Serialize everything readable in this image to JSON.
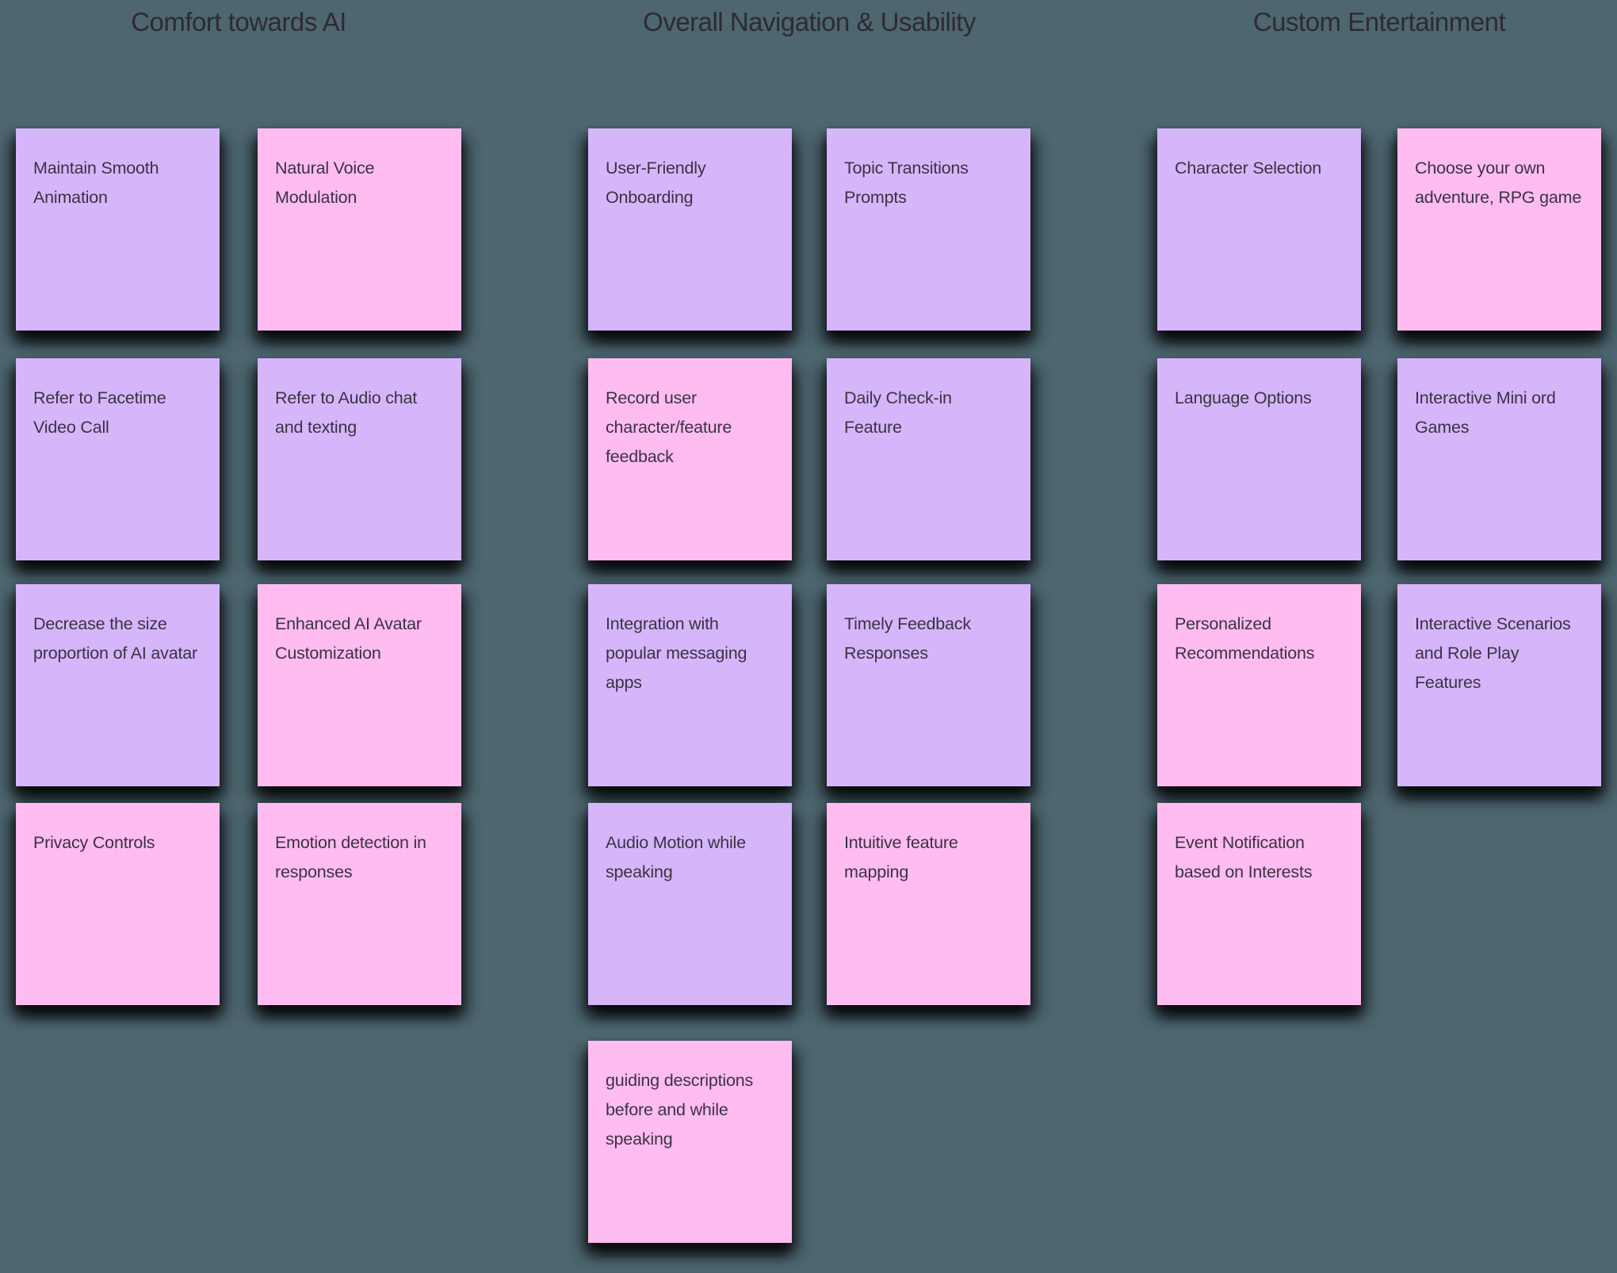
{
  "board": {
    "background": "#4d6670",
    "palette": {
      "purple": "#d6b5fb",
      "pink": "#ffbcf1"
    },
    "note_text_color": "#3b3342",
    "heading_text_color": "#2e2a33"
  },
  "groups": [
    {
      "title": "Comfort towards AI",
      "notes": [
        {
          "text": "Maintain Smooth\nAnimation",
          "color": "purple",
          "row": 0,
          "col": 0
        },
        {
          "text": "Natural Voice\nModulation",
          "color": "pink",
          "row": 0,
          "col": 1
        },
        {
          "text": "Refer to Facetime\nVideo Call",
          "color": "purple",
          "row": 1,
          "col": 0
        },
        {
          "text": "Refer to Audio chat\nand texting",
          "color": "purple",
          "row": 1,
          "col": 1
        },
        {
          "text": "Decrease the size\nproportion of AI avatar",
          "color": "purple",
          "row": 2,
          "col": 0
        },
        {
          "text": "Enhanced AI Avatar\nCustomization",
          "color": "pink",
          "row": 2,
          "col": 1
        },
        {
          "text": "Privacy Controls",
          "color": "pink",
          "row": 3,
          "col": 0
        },
        {
          "text": "Emotion detection in\nresponses",
          "color": "pink",
          "row": 3,
          "col": 1
        }
      ]
    },
    {
      "title": "Overall Navigation & Usability",
      "notes": [
        {
          "text": "User-Friendly\nOnboarding",
          "color": "purple",
          "row": 0,
          "col": 0
        },
        {
          "text": "Topic Transitions\nPrompts",
          "color": "purple",
          "row": 0,
          "col": 1
        },
        {
          "text": "Record user\ncharacter/feature\nfeedback",
          "color": "pink",
          "row": 1,
          "col": 0
        },
        {
          "text": "Daily Check-in\nFeature",
          "color": "purple",
          "row": 1,
          "col": 1
        },
        {
          "text": "Integration with\npopular messaging\napps",
          "color": "purple",
          "row": 2,
          "col": 0
        },
        {
          "text": "Timely Feedback\nResponses",
          "color": "purple",
          "row": 2,
          "col": 1
        },
        {
          "text": "Audio Motion while\nspeaking",
          "color": "purple",
          "row": 3,
          "col": 0
        },
        {
          "text": "Intuitive feature\nmapping",
          "color": "pink",
          "row": 3,
          "col": 1
        },
        {
          "text": "guiding descriptions\nbefore and while\nspeaking",
          "color": "pink",
          "row": 4,
          "col": 0
        }
      ]
    },
    {
      "title": "Custom Entertainment",
      "notes": [
        {
          "text": "Character Selection",
          "color": "purple",
          "row": 0,
          "col": 0
        },
        {
          "text": "Choose your own\nadventure, RPG game",
          "color": "pink",
          "row": 0,
          "col": 1
        },
        {
          "text": "Language Options",
          "color": "purple",
          "row": 1,
          "col": 0
        },
        {
          "text": "Interactive Mini ord\nGames",
          "color": "purple",
          "row": 1,
          "col": 1
        },
        {
          "text": "Personalized\nRecommendations",
          "color": "pink",
          "row": 2,
          "col": 0
        },
        {
          "text": "Interactive Scenarios\nand Role Play\nFeatures",
          "color": "purple",
          "row": 2,
          "col": 1
        },
        {
          "text": "Event Notification\nbased on Interests",
          "color": "pink",
          "row": 3,
          "col": 0
        }
      ]
    }
  ]
}
